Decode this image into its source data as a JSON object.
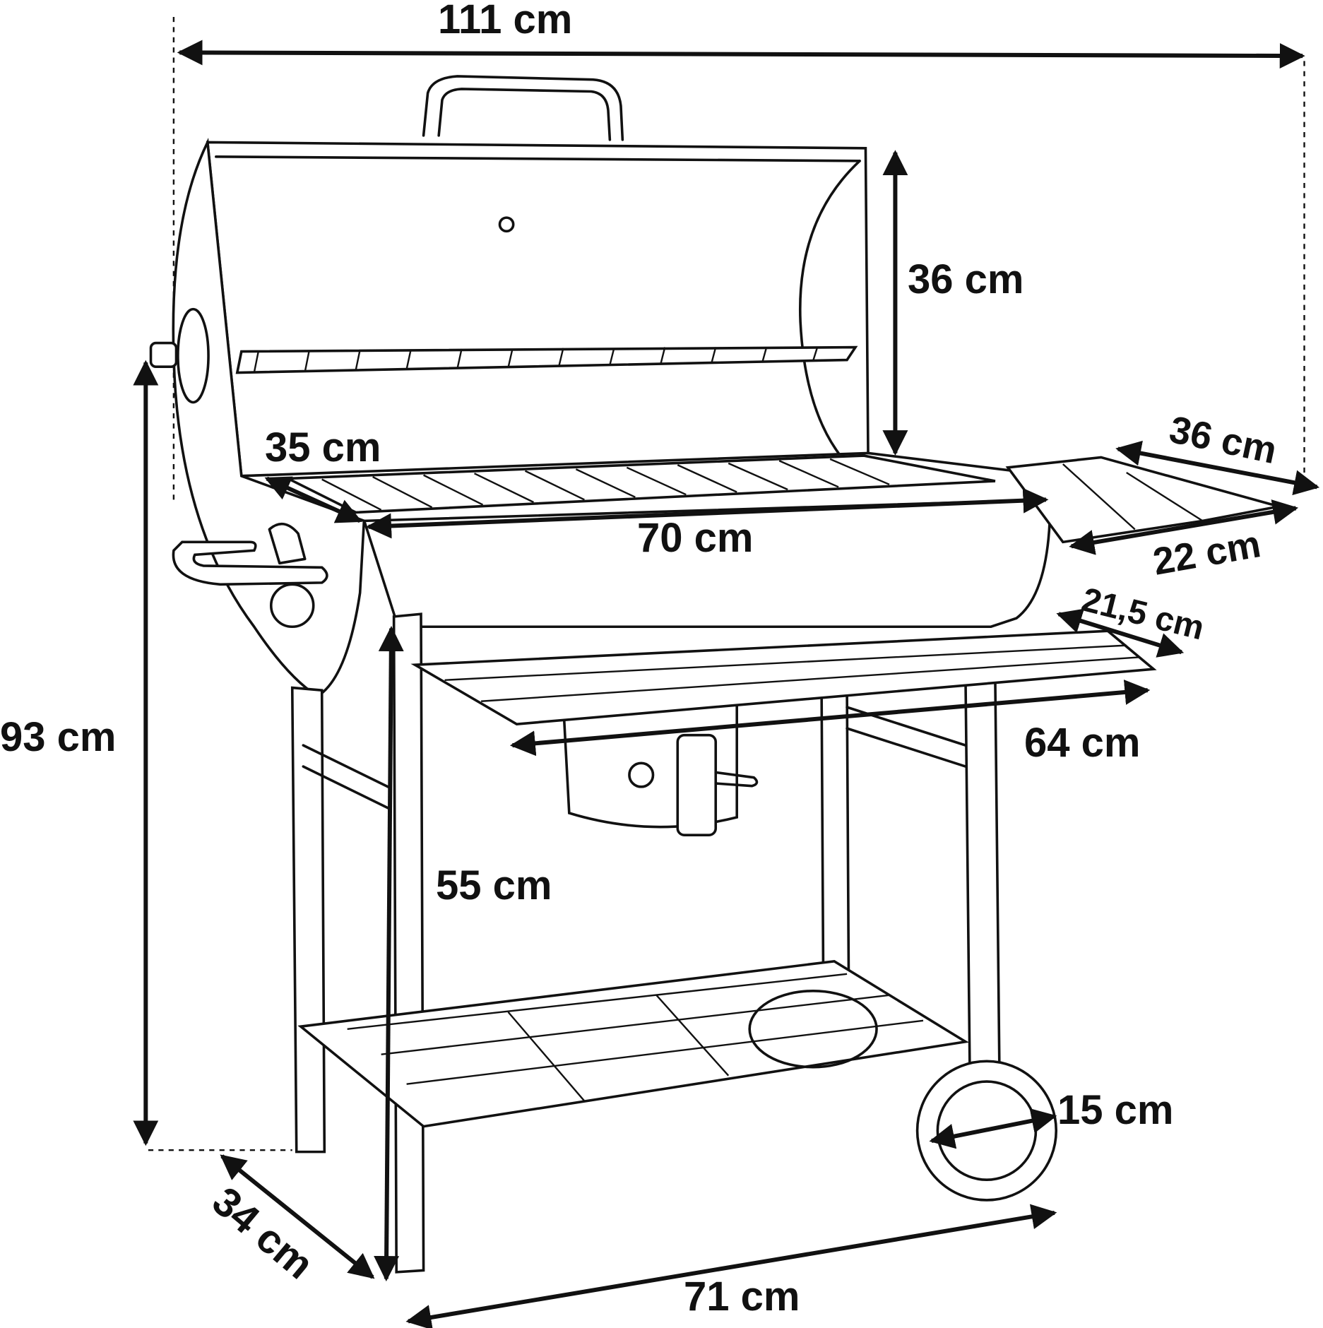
{
  "title": "Barbecue grill dimensions",
  "dimensions": {
    "overall_width": "111 cm",
    "lid_height": "36 cm",
    "grill_depth": "35 cm",
    "grill_width": "70 cm",
    "side_shelf_length": "36 cm",
    "side_shelf_width": "22 cm",
    "front_shelf_depth": "21,5 cm",
    "front_shelf_width": "64 cm",
    "total_height": "93 cm",
    "cart_height": "55 cm",
    "wheel_diameter": "15 cm",
    "base_depth": "34 cm",
    "base_width": "71 cm"
  }
}
